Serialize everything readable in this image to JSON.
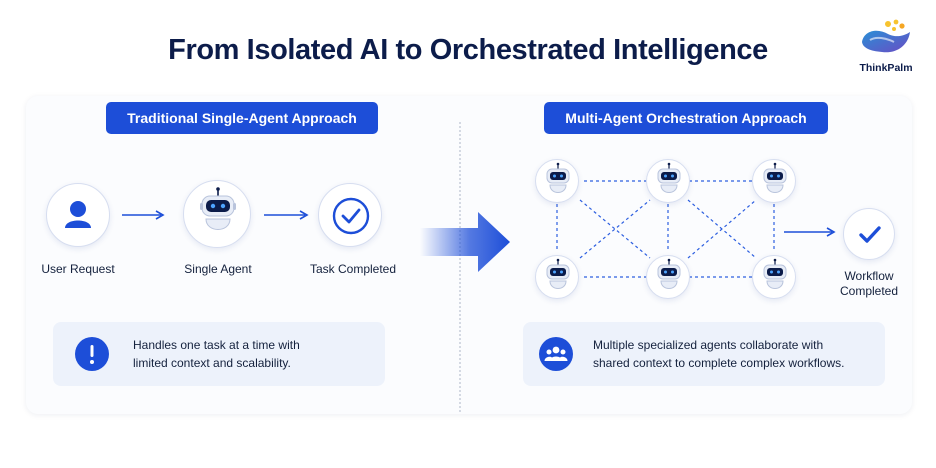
{
  "title": "From Isolated AI to Orchestrated Intelligence",
  "brand": {
    "name": "ThinkPalm",
    "colors": [
      "#f7c32e",
      "#2a8fd6",
      "#6a4cc4"
    ]
  },
  "colors": {
    "accent": "#1d4ed8",
    "panel": "#fbfcfe",
    "note_bg": "#edf2fb",
    "robot_face": "#0c1c4a"
  },
  "left": {
    "heading": "Traditional Single-Agent Approach",
    "nodes": [
      {
        "label": "User Request",
        "icon": "user-icon"
      },
      {
        "label": "Single Agent",
        "icon": "robot-icon"
      },
      {
        "label": "Task Completed",
        "icon": "check-icon"
      }
    ],
    "note": {
      "icon": "exclamation-icon",
      "line1": "Handles one task at a time with",
      "line2": "limited context and scalability."
    }
  },
  "right": {
    "heading": "Multi-Agent Orchestration Approach",
    "agents_icon": "robot-icon",
    "result": {
      "line1": "Workflow",
      "line2": "Completed",
      "icon": "check-icon"
    },
    "note": {
      "icon": "people-group-icon",
      "line1": "Multiple specialized agents collaborate with",
      "line2": "shared context to complete complex workflows."
    }
  },
  "transition_icon": "big-arrow-icon"
}
